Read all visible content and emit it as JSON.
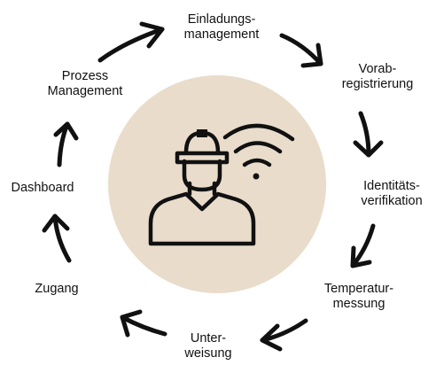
{
  "diagram": {
    "center_icon": "worker-hardhat-wireless-icon",
    "colors": {
      "circle_fill": "#e9dccb",
      "ink": "#111111",
      "background": "#ffffff"
    },
    "steps": [
      {
        "id": "einladung",
        "line1": "Einladungs-",
        "line2": "management"
      },
      {
        "id": "vorab",
        "line1": "Vorab-",
        "line2": "registrierung"
      },
      {
        "id": "ident",
        "line1": "Identitäts-",
        "line2": "verifikation"
      },
      {
        "id": "temp",
        "line1": "Temperatur-",
        "line2": "messung"
      },
      {
        "id": "unter",
        "line1": "Unter-",
        "line2": "weisung"
      },
      {
        "id": "zugang",
        "line1": "Zugang",
        "line2": ""
      },
      {
        "id": "dash",
        "line1": "Dashboard",
        "line2": ""
      },
      {
        "id": "prozess",
        "line1": "Prozess",
        "line2": "Management"
      }
    ]
  }
}
